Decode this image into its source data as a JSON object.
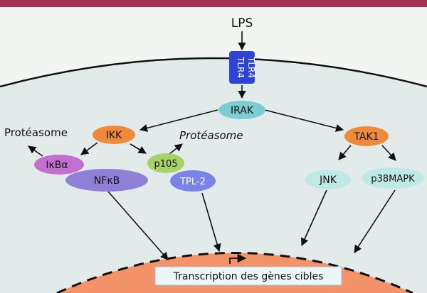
{
  "colors": {
    "top_band": "#a0334f",
    "cytoplasm": "#e3ebea",
    "outside": "#f3f5f2",
    "nucleus": "#f4936a",
    "receptor": "#2d44d6",
    "irak": "#7ccdd2",
    "ikk": "#ef8a3a",
    "ikba": "#c36fcf",
    "nfkb": "#8f7fd6",
    "p105": "#a6d267",
    "tpl2": "#7a83e6",
    "tak1": "#ef8a3a",
    "jnk": "#bfe9e5",
    "p38": "#bfe9e5",
    "transcription_box": "#eaf6f8"
  },
  "labels": {
    "lps": "LPS",
    "receptor_left": "TLR4",
    "receptor_right": "TLR4",
    "irak": "IRAK",
    "ikk": "IKK",
    "proteasome_left": "Protéasome",
    "proteasome_mid": "Protéasome",
    "ikba": "IκBα",
    "nfkb": "NFκB",
    "p105": "p105",
    "tpl2": "TPL-2",
    "tak1": "TAK1",
    "jnk": "JNK",
    "p38": "p38MAPK",
    "transcription": "Transcription des gènes cibles"
  }
}
